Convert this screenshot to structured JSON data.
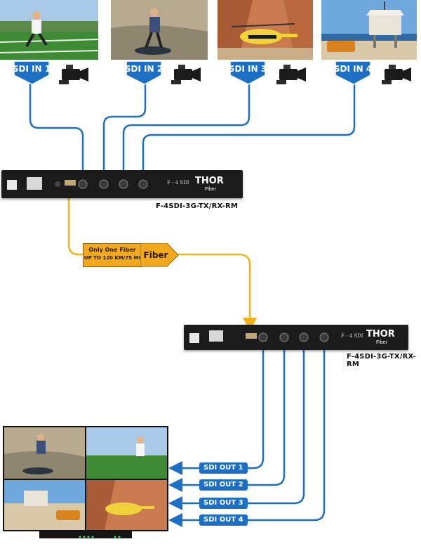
{
  "inputs": [
    {
      "label": "SDI IN 1",
      "scene": "runner-field-icon"
    },
    {
      "label": "SDI IN 2",
      "scene": "skimboard-beach-icon"
    },
    {
      "label": "SDI IN 3",
      "scene": "helicopter-cliff-icon"
    },
    {
      "label": "SDI IN 4",
      "scene": "lifeguard-tower-icon"
    }
  ],
  "transmitter": {
    "model": "F-4SDI-3G-TX/RX-RM",
    "panel_text": "F - 4 SDI",
    "brand": "THOR",
    "brand_sub": "Fiber"
  },
  "receiver": {
    "model": "F-4SDI-3G-TX/RX-RM",
    "panel_text": "F - 4 SDI",
    "brand": "THOR",
    "brand_sub": "Fiber"
  },
  "fiber": {
    "note_line1": "Only One Fiber",
    "note_line2": "UP TO 120 KM/75 MI",
    "label": "Fiber"
  },
  "outputs": [
    {
      "label": "SDI OUT 1"
    },
    {
      "label": "SDI OUT 2"
    },
    {
      "label": "SDI OUT 3"
    },
    {
      "label": "SDI OUT 4"
    }
  ],
  "colors": {
    "sdi_blue": "#1d6fc4",
    "fiber_yellow": "#f2b21d",
    "device_black": "#1b1b1b",
    "brand_red": "#d32020"
  }
}
